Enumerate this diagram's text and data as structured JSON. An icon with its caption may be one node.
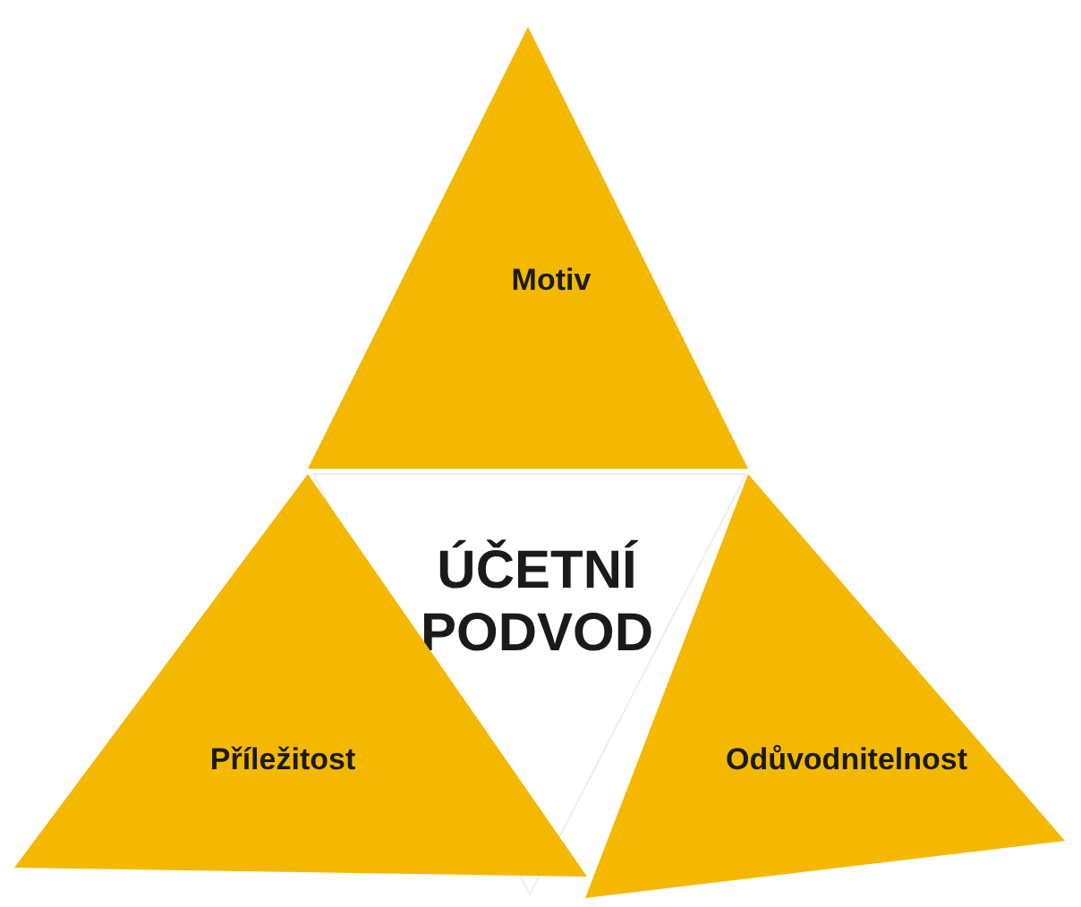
{
  "diagram": {
    "nodes": [
      {
        "text": [
          "Motiv"
        ]
      },
      {
        "text": [
          "ÚČETNÍ PODVOD"
        ]
      },
      {
        "text": [
          "Příležitost"
        ]
      },
      {
        "text": [
          "Odůvodnitelnost"
        ]
      }
    ]
  }
}
